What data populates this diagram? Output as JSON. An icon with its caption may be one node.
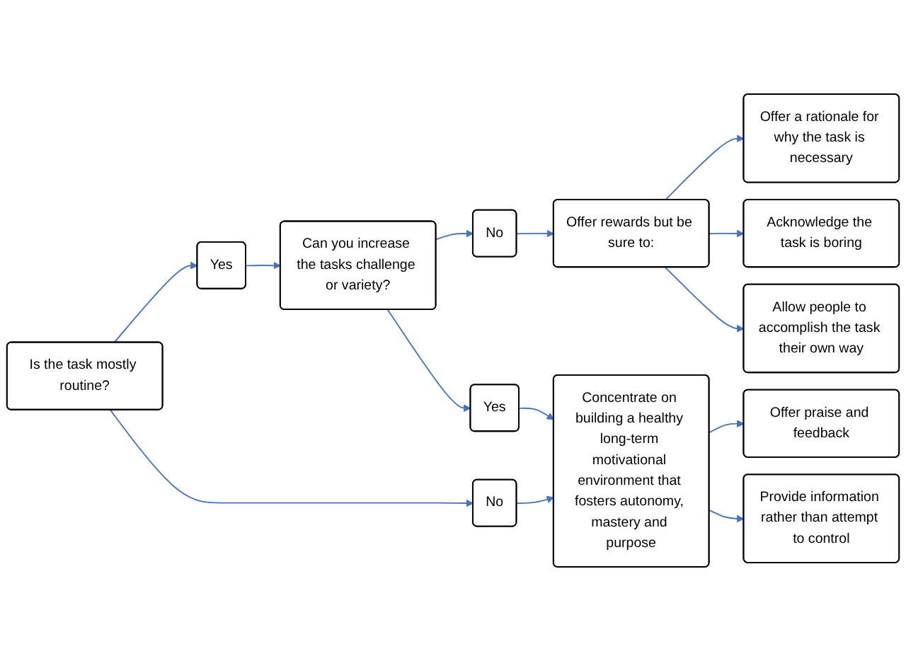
{
  "diagram": {
    "nodes": [
      {
        "text": [
          "Is the task mostly routine?"
        ]
      },
      {
        "text": [
          "Yes"
        ]
      },
      {
        "text": [
          "No"
        ]
      },
      {
        "text": [
          "Can you increase the tasks challenge or variety?"
        ]
      },
      {
        "text": [
          "No"
        ]
      },
      {
        "text": [
          "Yes"
        ]
      },
      {
        "text": [
          "Offer rewards but be sure to:"
        ]
      },
      {
        "text": [
          "Offer a rationale for why the task is necessary"
        ]
      },
      {
        "text": [
          "Acknowledge the task is boring"
        ]
      },
      {
        "text": [
          "Allow people to accomplish the task their own way"
        ]
      },
      {
        "text": [
          "Concentrate on building a healthy long-term motivational environment that fosters autonomy, mastery and purpose"
        ]
      },
      {
        "text": [
          "Offer praise and feedback"
        ]
      },
      {
        "text": [
          "Provide information rather than attempt to control"
        ]
      }
    ],
    "edges": [
      {
        "from": 0,
        "to": 1,
        "arrow": "to"
      },
      {
        "from": 0,
        "to": 2,
        "arrow": "to"
      },
      {
        "from": 1,
        "to": 3,
        "arrow": "to"
      },
      {
        "from": 3,
        "to": 4,
        "arrow": "to"
      },
      {
        "from": 3,
        "to": 5,
        "arrow": "to"
      },
      {
        "from": 4,
        "to": 6,
        "arrow": "to"
      },
      {
        "from": 6,
        "to": 7,
        "arrow": "to"
      },
      {
        "from": 6,
        "to": 8,
        "arrow": "to"
      },
      {
        "from": 6,
        "to": 9,
        "arrow": "to"
      },
      {
        "from": 5,
        "to": 10,
        "arrow": "to"
      },
      {
        "from": 2,
        "to": 10,
        "arrow": "to"
      },
      {
        "from": 10,
        "to": 11,
        "arrow": "to"
      },
      {
        "from": 10,
        "to": 12,
        "arrow": "to"
      }
    ]
  }
}
